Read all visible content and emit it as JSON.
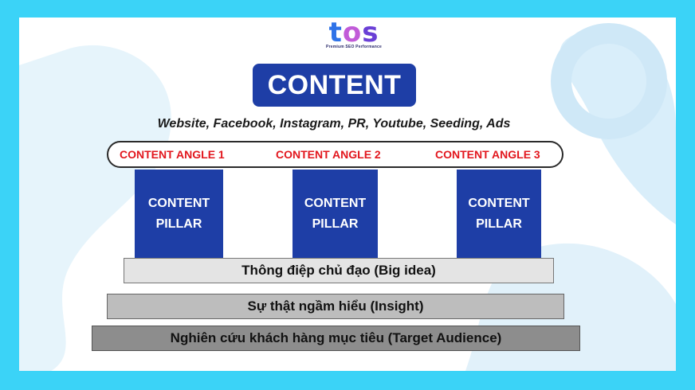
{
  "colors": {
    "background": "#3bd3f7",
    "primary_blue": "#1e3ea6",
    "angle_red": "#e2161d"
  },
  "logo": {
    "mark": "tos",
    "tagline": "Premium SEO Performance"
  },
  "title": "CONTENT",
  "channels": "Website, Facebook, Instagram, PR, Youtube, Seeding, Ads",
  "angles": [
    "CONTENT ANGLE 1",
    "CONTENT ANGLE 2",
    "CONTENT ANGLE 3"
  ],
  "pillars": [
    {
      "line1": "CONTENT",
      "line2": "PILLAR"
    },
    {
      "line1": "CONTENT",
      "line2": "PILLAR"
    },
    {
      "line1": "CONTENT",
      "line2": "PILLAR"
    }
  ],
  "tiers": [
    "Thông điệp chủ đạo (Big idea)",
    "Sự thật ngầm hiểu (Insight)",
    "Nghiên cứu khách hàng mục tiêu (Target Audience)"
  ]
}
